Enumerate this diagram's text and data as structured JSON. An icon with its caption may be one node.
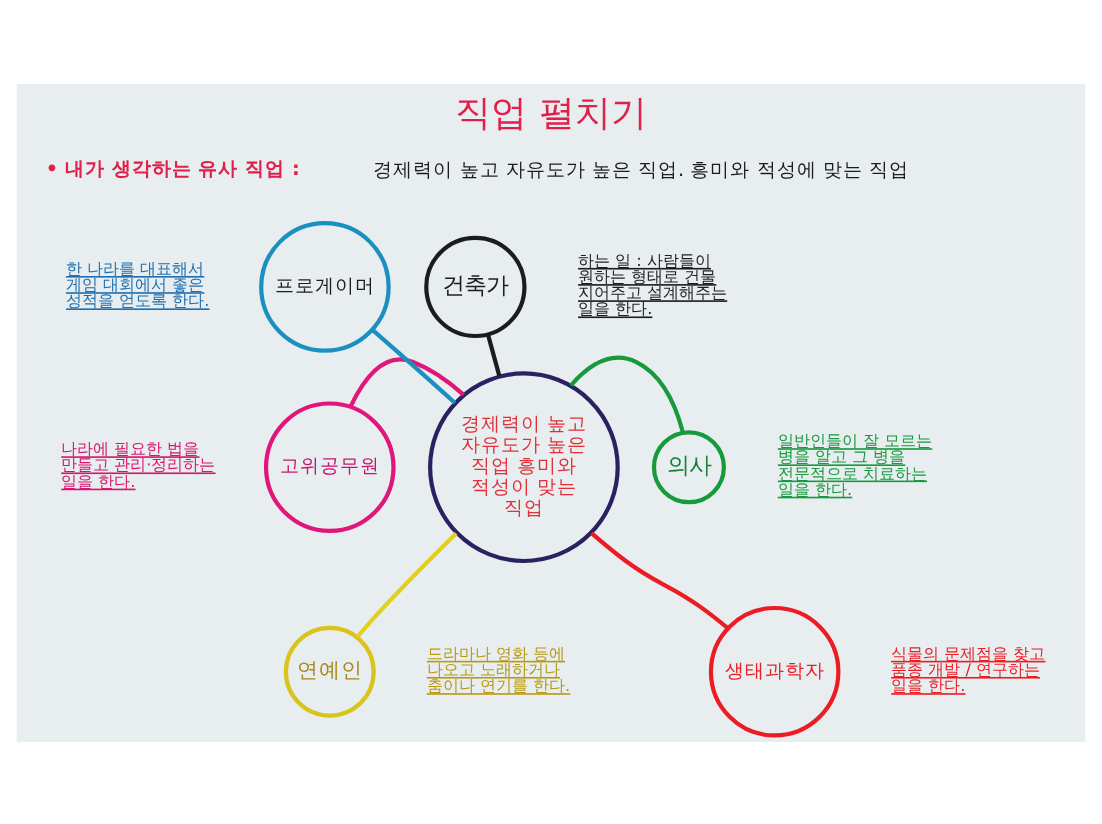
{
  "diagram": {
    "title": "직업 펼치기",
    "nodes": [
      {
        "text": [
          "경제력이 높고 자유도가 높은 직업 흥미와 적성이 맞는 직업"
        ]
      },
      {
        "text": [
          "건축가"
        ],
        "beside": [
          "하는 일 : 사람들이 원하는 형태로 건물 지어주고 설계해주는 일을 한다."
        ]
      },
      {
        "text": [
          "의사"
        ],
        "beside": [
          "일반인들이 잘 모르는 병을 알고 그 병을 전문적으로 치료하는 일을 한다."
        ]
      },
      {
        "text": [
          "생태과학자"
        ],
        "beside": [
          "식물의 문제점을 찾고 품종 개발 / 연구하는 일을 한다."
        ]
      },
      {
        "text": [
          "연예인"
        ],
        "beside": [
          "드라마나 영화 등에 나오고 노래하거나 춤이나 연기를 한다."
        ]
      },
      {
        "text": [
          "고위공무원"
        ],
        "beside": [
          "나라에 필요한 법을 만들고 관리·정리하는 일을 한다."
        ]
      },
      {
        "text": [
          "프로게이머"
        ],
        "beside": [
          "한 나라를 대표해서 게임 대회에서 좋은 성적을 얻도록 한다."
        ]
      }
    ],
    "edges": [
      {
        "from": 0,
        "to": 1,
        "arrow": "none",
        "color": "#1c1c1c"
      },
      {
        "from": 0,
        "to": 2,
        "arrow": "none",
        "color": "#179a3c"
      },
      {
        "from": 0,
        "to": 3,
        "arrow": "none",
        "color": "#ec1c24"
      },
      {
        "from": 0,
        "to": 4,
        "arrow": "none",
        "color": "#e3cf1e"
      },
      {
        "from": 0,
        "to": 5,
        "arrow": "none",
        "color": "#e0167a"
      },
      {
        "from": 0,
        "to": 6,
        "arrow": "none",
        "color": "#1b8fc0"
      }
    ],
    "labels": [
      "• 내가 생각하는 유사 직업 :",
      "경제력이 높고 자유도가 높은 직업. 흥미와 적성에 맞는 직업"
    ]
  }
}
